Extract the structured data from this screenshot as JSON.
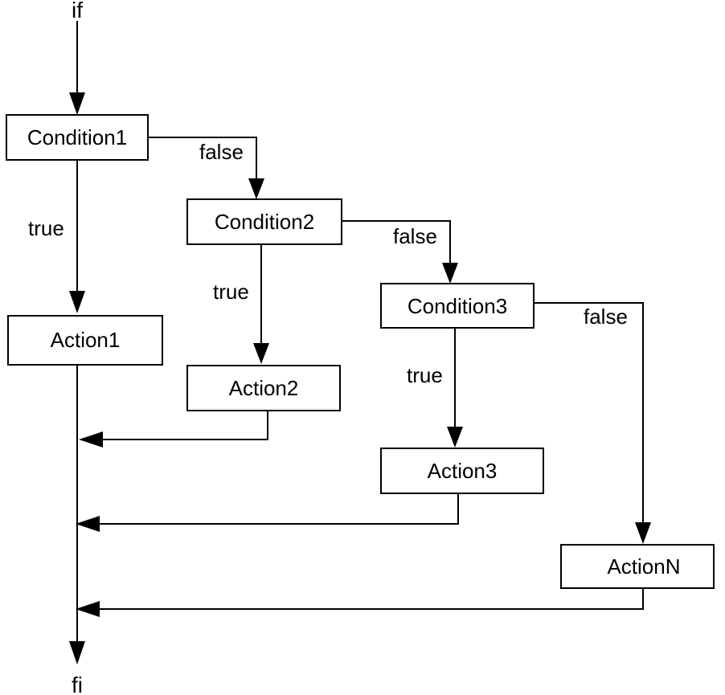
{
  "terminals": {
    "start": "if",
    "end": "fi"
  },
  "nodes": {
    "condition1": "Condition1",
    "condition2": "Condition2",
    "condition3": "Condition3",
    "action1": "Action1",
    "action2": "Action2",
    "action3": "Action3",
    "actionN": "ActionN"
  },
  "edge_labels": {
    "c1_false": "false",
    "c1_true": "true",
    "c2_false": "false",
    "c2_true": "true",
    "c3_false": "false",
    "c3_true": "true"
  }
}
